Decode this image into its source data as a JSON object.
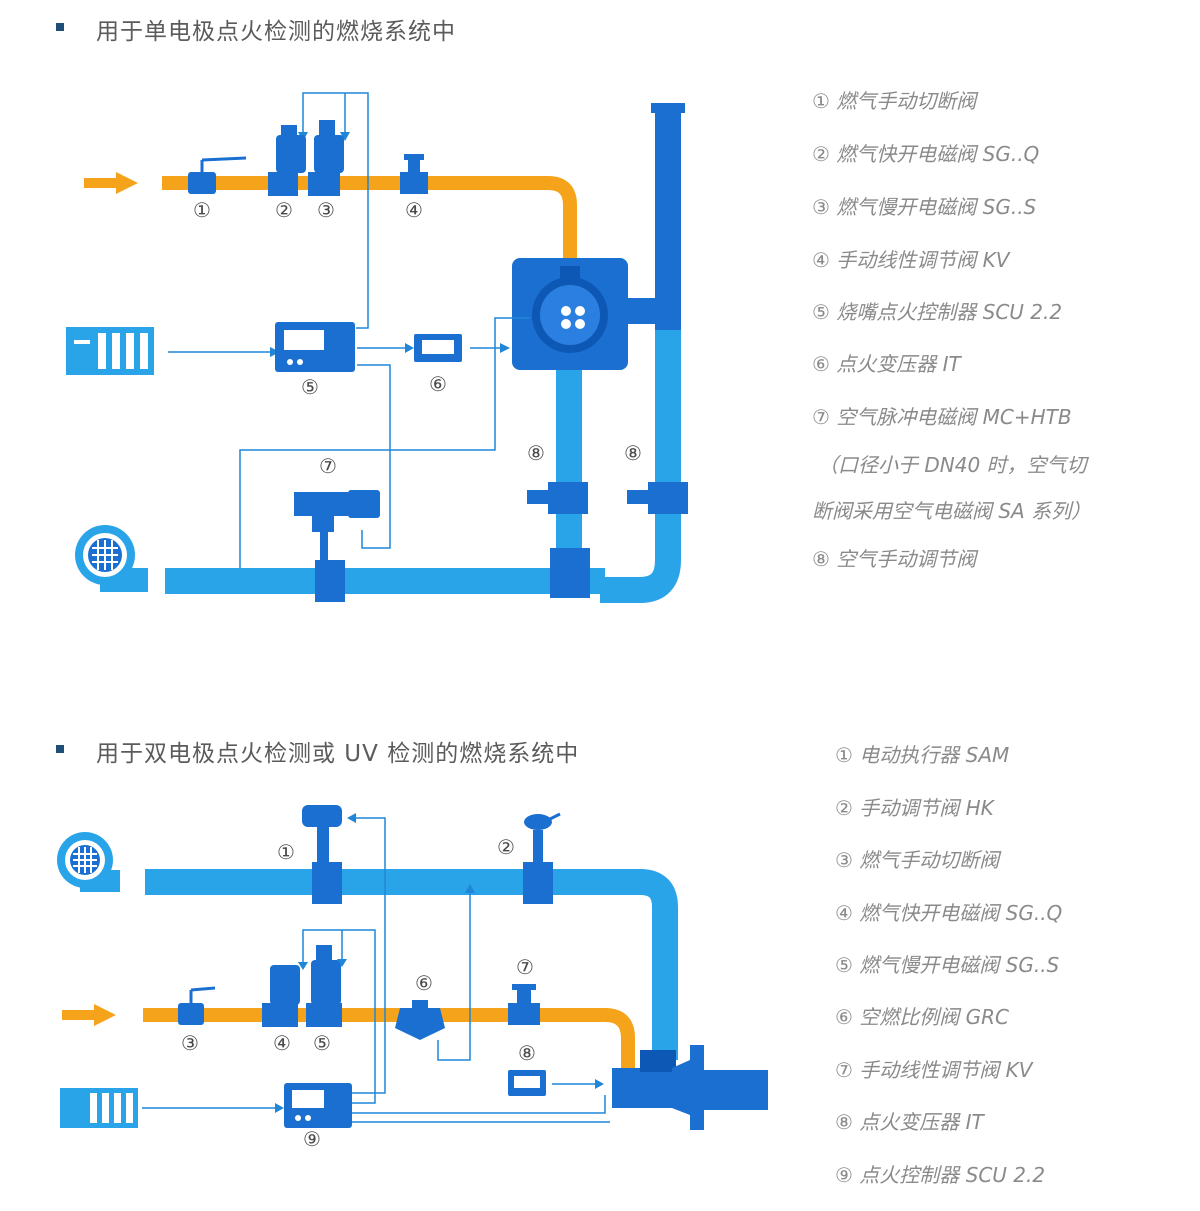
{
  "section1": {
    "title": "用于单电极点火检测的燃烧系统中",
    "legend": [
      "① 燃气手动切断阀",
      "② 燃气快开电磁阀 SG..Q",
      "③ 燃气慢开电磁阀 SG..S",
      "④ 手动线性调节阀 KV",
      "⑤ 烧嘴点火控制器 SCU 2.2",
      "⑥ 点火变压器 IT",
      "⑦ 空气脉冲电磁阀  MC+HTB",
      "（口径小于  DN40  时，空气切",
      "断阀采用空气电磁阀 SA 系列）",
      "⑧ 空气手动调节阀"
    ],
    "labels": {
      "n1": "①",
      "n2": "②",
      "n3": "③",
      "n4": "④",
      "n5": "⑤",
      "n6": "⑥",
      "n7": "⑦",
      "n8a": "⑧",
      "n8b": "⑧"
    }
  },
  "section2": {
    "title": "用于双电极点火检测或 UV 检测的燃烧系统中",
    "legend": [
      "① 电动执行器 SAM",
      "② 手动调节阀 HK",
      "③ 燃气手动切断阀",
      "④ 燃气快开电磁阀 SG..Q",
      "⑤ 燃气慢开电磁阀 SG..S",
      "⑥ 空燃比例阀 GRC",
      "⑦ 手动线性调节阀 KV",
      "⑧ 点火变压器 IT",
      "⑨ 点火控制器 SCU 2.2"
    ],
    "labels": {
      "n1": "①",
      "n2": "②",
      "n3": "③",
      "n4": "④",
      "n5": "⑤",
      "n6": "⑥",
      "n7": "⑦",
      "n8": "⑧",
      "n9": "⑨"
    }
  },
  "colors": {
    "gas": "#f5a31a",
    "air": "#2aa4e8",
    "device": "#1a6fd1",
    "dark": "#0d57b5",
    "line": "#1f86d8",
    "label": "#4a4a4a",
    "legend": "#8a8a8a",
    "bullet": "#1f4f78"
  }
}
